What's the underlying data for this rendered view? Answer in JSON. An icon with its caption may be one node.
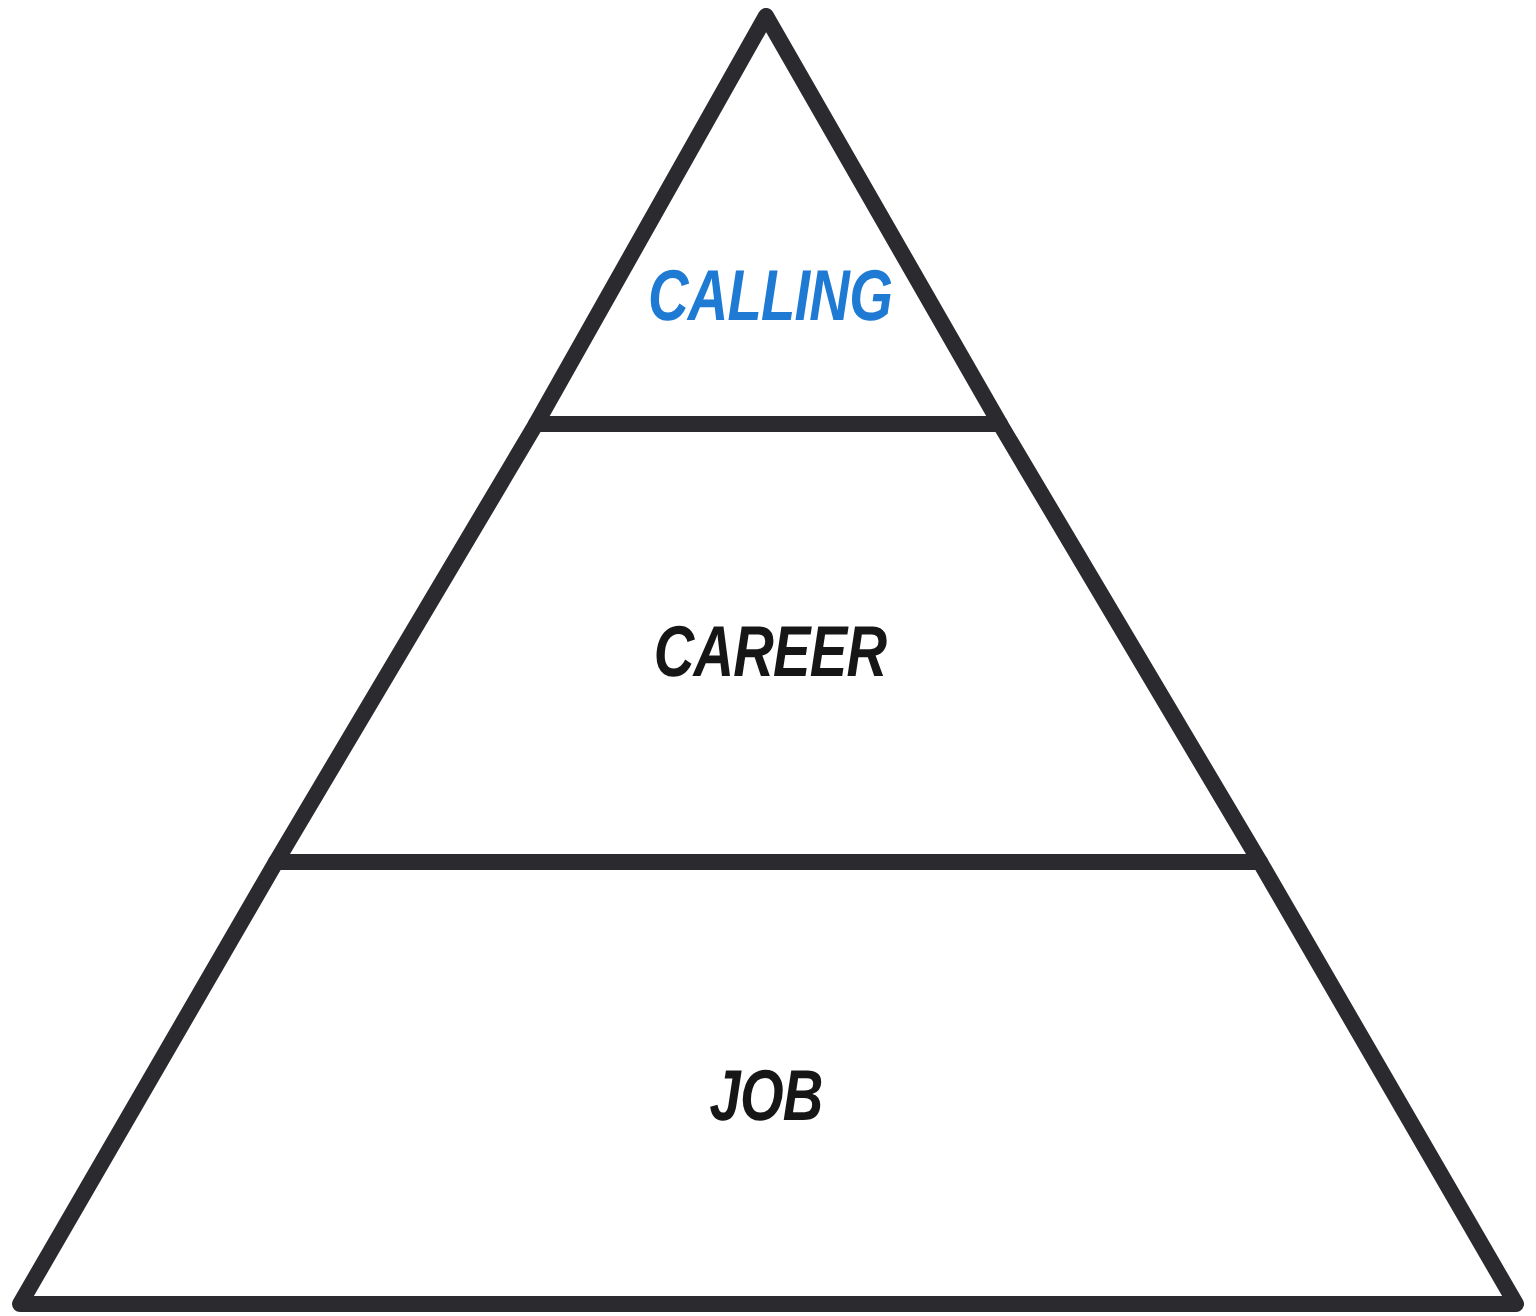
{
  "diagram": {
    "nodes": [
      {
        "text": [
          "CALLING"
        ]
      },
      {
        "text": [
          "CAREER"
        ]
      },
      {
        "text": [
          "JOB"
        ]
      }
    ]
  }
}
